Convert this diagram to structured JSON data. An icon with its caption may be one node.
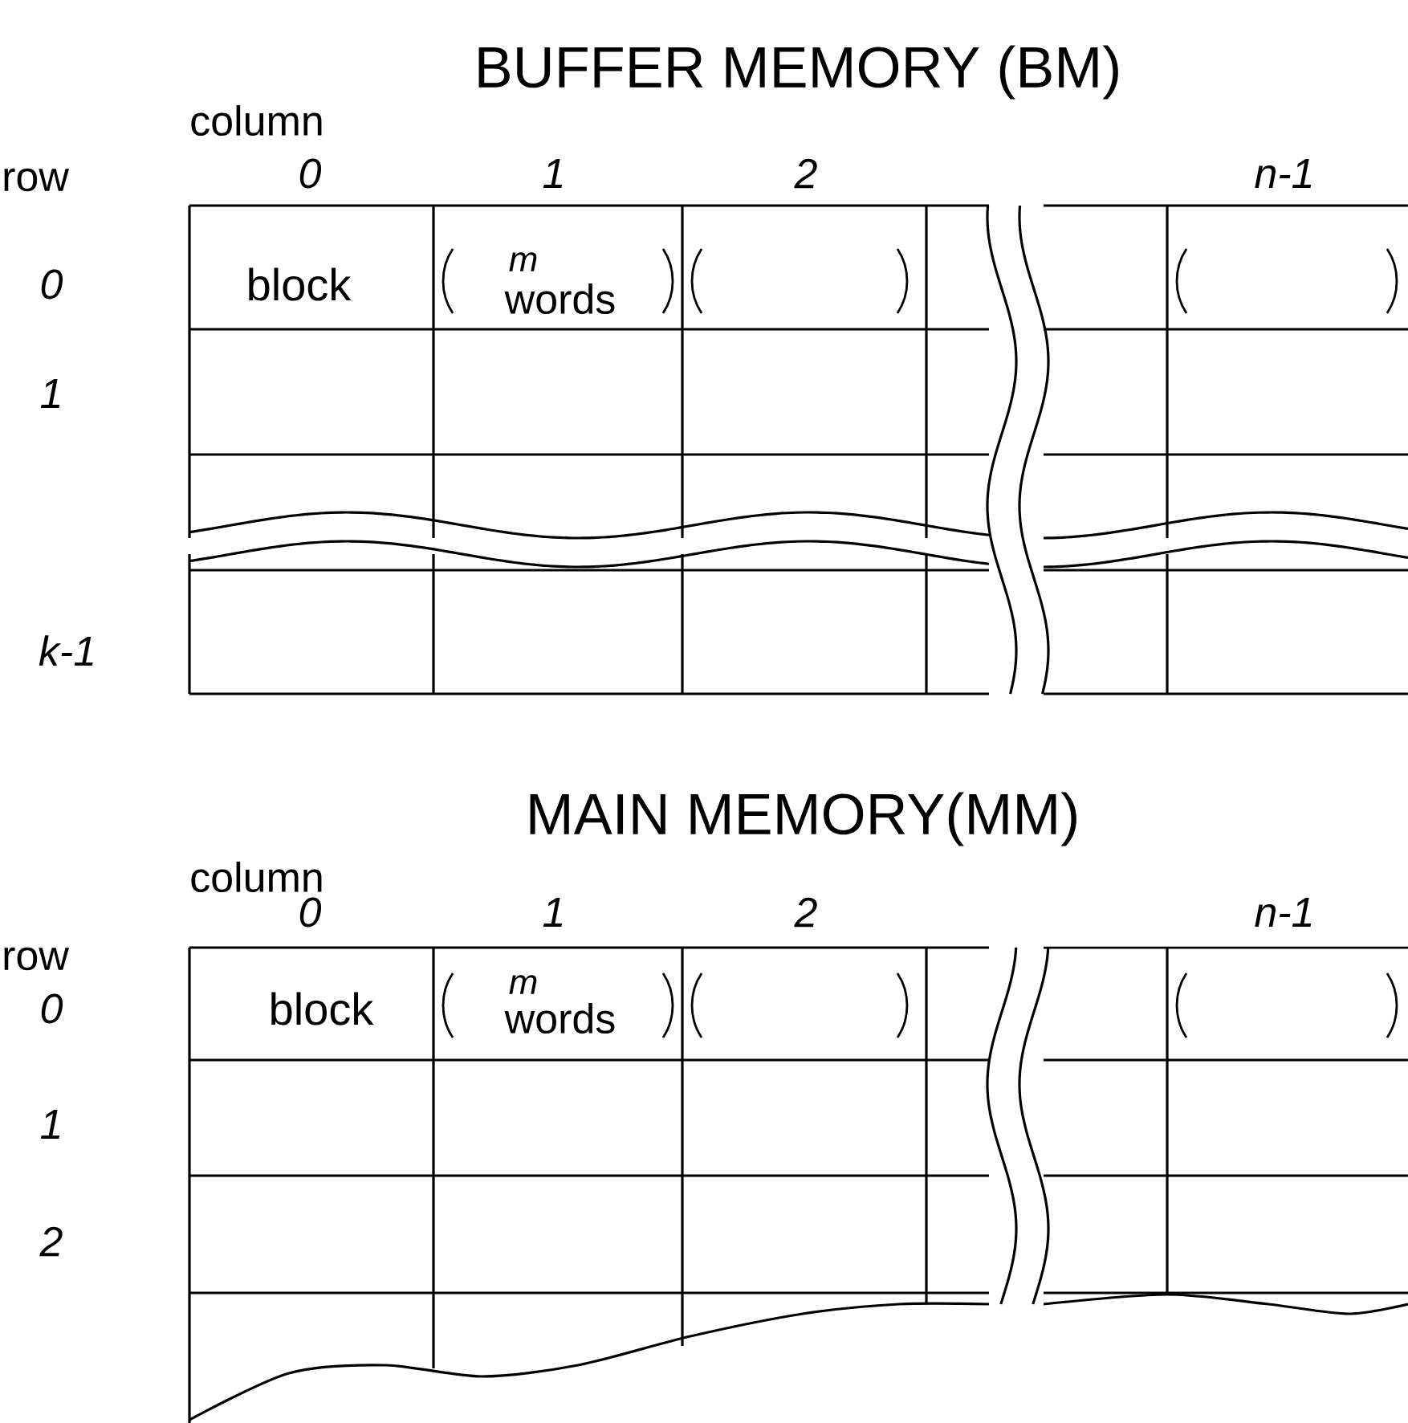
{
  "diagram": {
    "labels": [
      "BUFFER MEMORY (BM)",
      "column",
      "row",
      "0",
      "1",
      "2",
      "n-1",
      "0",
      "block",
      "m",
      "words",
      "1",
      "k-1",
      "MAIN MEMORY(MM)",
      "column",
      "row",
      "0",
      "1",
      "2",
      "n-1",
      "0",
      "block",
      "m",
      "words",
      "1",
      "2"
    ]
  }
}
